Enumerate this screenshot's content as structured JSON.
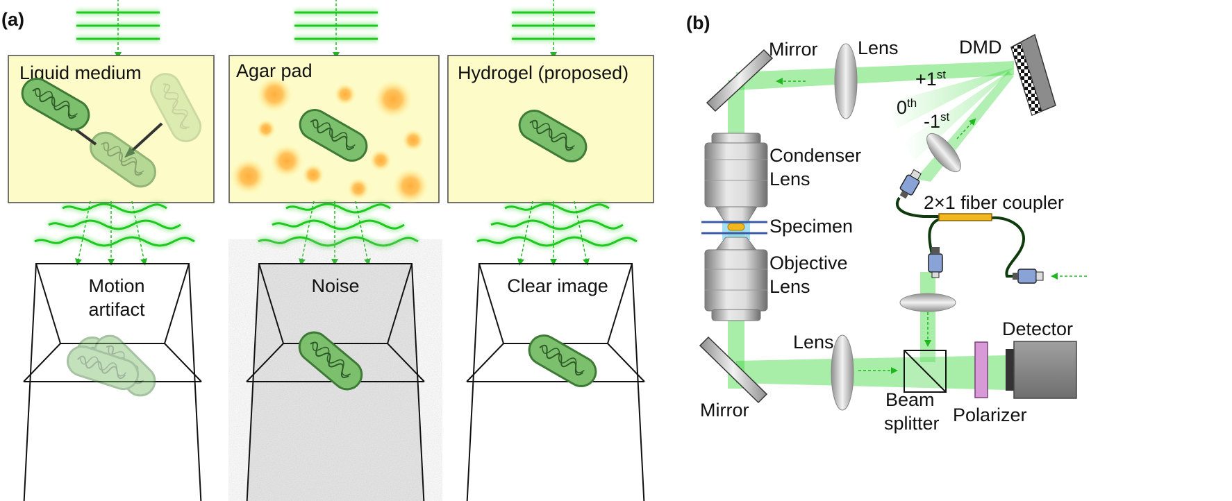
{
  "panel_a": {
    "label": "(a)",
    "columns": [
      {
        "medium": "Liquid medium",
        "result_line1": "Motion",
        "result_line2": "artifact"
      },
      {
        "medium": "Agar pad",
        "result_line1": "Noise",
        "result_line2": ""
      },
      {
        "medium": "Hydrogel (proposed)",
        "result_line1": "Clear image",
        "result_line2": ""
      }
    ]
  },
  "panel_b": {
    "label": "(b)",
    "labels": {
      "mirror_top": "Mirror",
      "lens_top": "Lens",
      "dmd": "DMD",
      "order_plus_main": "+1",
      "order_plus_sup": "st",
      "order_zero_main": "0",
      "order_zero_sup": "th",
      "order_minus_main": "-1",
      "order_minus_sup": "st",
      "condenser_line1": "Condenser",
      "condenser_line2": "Lens",
      "specimen": "Specimen",
      "objective_line1": "Objective",
      "objective_line2": "Lens",
      "fiber_coupler": "2×1 fiber coupler",
      "detector": "Detector",
      "lens_bottom": "Lens",
      "mirror_bottom": "Mirror",
      "beam_splitter_line1": "Beam",
      "beam_splitter_line2": "splitter",
      "polarizer": "Polarizer"
    }
  },
  "colors": {
    "beam": "#3ed83e",
    "panel_fill": "#fdfbc8",
    "cell_fill": "#7fbf6f",
    "cell_stroke": "#3d7a35",
    "fiber": "#0e3a0e",
    "coupler": "#f2b71c",
    "polarizer": "#d79ad7",
    "detector": "#8c8c8c"
  }
}
